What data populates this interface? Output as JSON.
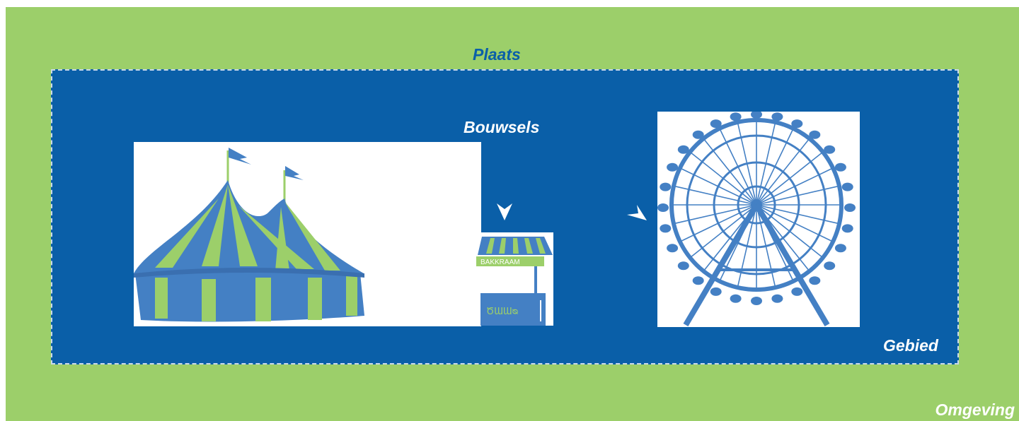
{
  "labels": {
    "plaats": "Plaats",
    "bouwsels": "Bouwsels",
    "gebied": "Gebied",
    "omgeving": "Omgeving"
  },
  "stall": {
    "sign": "BAKKRAAM",
    "ornament": "ԾƜƜᴓ"
  },
  "colors": {
    "omgeving_green": "#9ccf6a",
    "gebied_blue": "#0a5fa8",
    "tent_blue": "#4480c4",
    "tent_green": "#9ccf6a",
    "label_white": "#ffffff"
  },
  "icons": [
    "circus-tent-icon",
    "market-stall-icon",
    "ferris-wheel-icon",
    "arrow-down-icon",
    "arrow-right-icon"
  ]
}
